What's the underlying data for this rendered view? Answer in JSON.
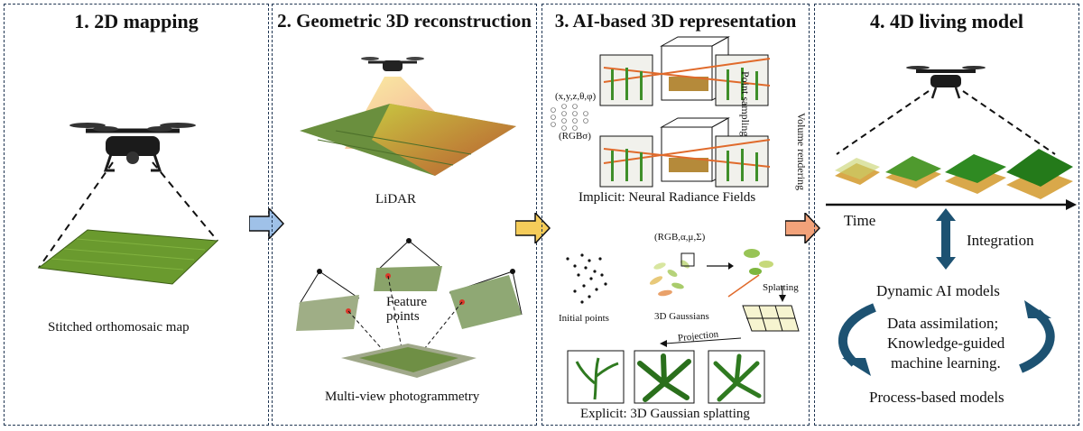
{
  "panels": [
    {
      "title": "1. 2D mapping"
    },
    {
      "title": "2. Geometric 3D reconstruction"
    },
    {
      "title": "3. AI-based 3D representation"
    },
    {
      "title": "4. 4D living model"
    }
  ],
  "p1": {
    "caption": "Stitched orthomosaic map"
  },
  "p2": {
    "lidar": "LiDAR",
    "feature": "Feature\npoints",
    "photogrammetry": "Multi-view photogrammetry"
  },
  "p3": {
    "input": "(x,y,z,θ,φ)",
    "output": "(RGBσ)",
    "point_sampling": "Point sampling",
    "volume_rendering": "Volume rendering",
    "nerf": "Implicit: Neural Radiance Fields",
    "gauss_params": "(RGB,α,μ,Σ)",
    "initial_points": "Initial points",
    "gaussians": "3D Gaussians",
    "splatting": "Splatting",
    "projection": "Projection",
    "explicit": "Explicit: 3D Gaussian splatting"
  },
  "p4": {
    "time": "Time",
    "integration": "Integration",
    "dynamic": "Dynamic AI models",
    "assim1": "Data assimilation;",
    "assim2": "Knowledge-guided",
    "assim3": "machine learning.",
    "process": "Process-based models"
  },
  "colors": {
    "arrow1": "#9fc1e8",
    "arrow2": "#f5cc5a",
    "arrow3": "#f2a27a",
    "cycle": "#1d5272",
    "border": "#1f3552",
    "field": "#6a9a2e",
    "red": "#d9382a"
  }
}
